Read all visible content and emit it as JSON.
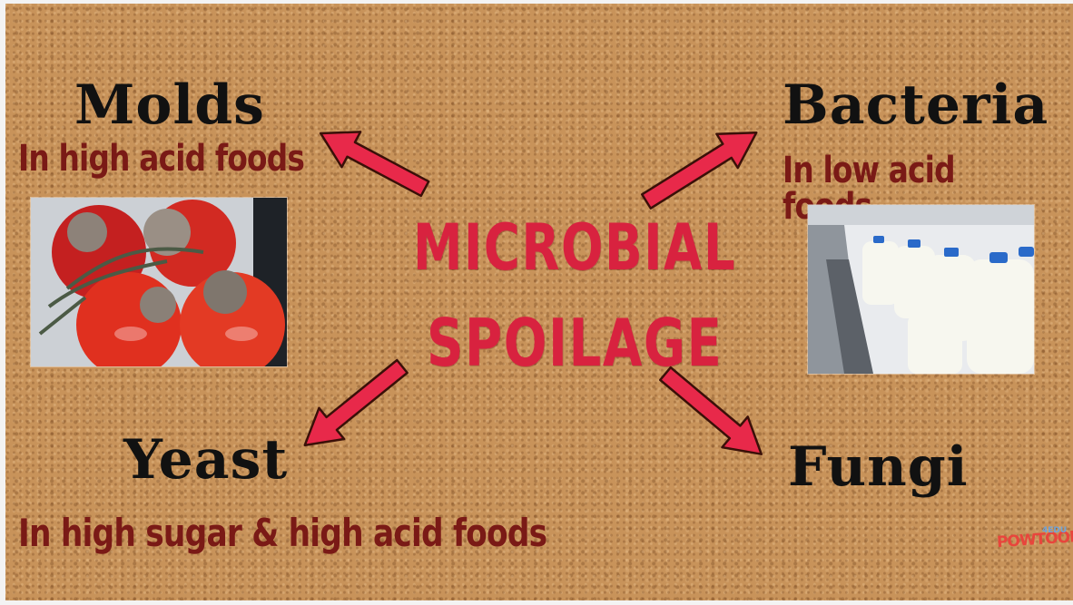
{
  "center": {
    "line1": "MICROBIAL",
    "line2": "SPOILAGE"
  },
  "molds": {
    "title": "Molds",
    "subtitle": "In high acid foods",
    "image_desc_icon": "moldy-tomatoes-image"
  },
  "bacteria": {
    "title": "Bacteria",
    "subtitle": "In low acid foods",
    "image_desc_icon": "milk-jugs-image"
  },
  "yeast": {
    "title": "Yeast",
    "subtitle": "In high sugar & high acid foods"
  },
  "fungi": {
    "title": "Fungi"
  },
  "logo": {
    "text": "POWTOON",
    "tm": "4EDU"
  },
  "colors": {
    "arrow": "#e8294a",
    "center_text": "#d8223f",
    "subtitle": "#7a1a16",
    "background": "#c8935a"
  }
}
